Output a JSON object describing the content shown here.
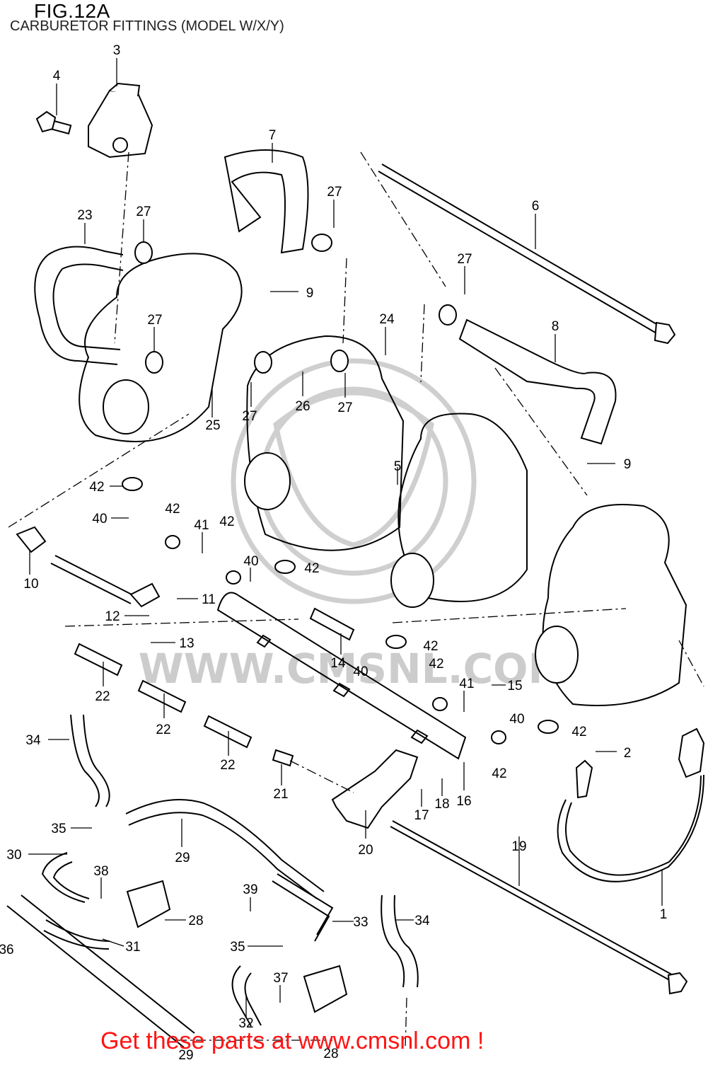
{
  "header": {
    "title": "FIG.12A",
    "subtitle": "CARBURETOR FITTINGS (MODEL W/X/Y)"
  },
  "watermark": {
    "text": "WWW.CMSNL.COM",
    "color": "#c8c8c8"
  },
  "footer": {
    "link_text": "Get these parts at www.cmsnl.com !",
    "color": "#ff1414"
  },
  "callouts": {
    "c1": "1",
    "c2": "2",
    "c3": "3",
    "c4": "4",
    "c5": "5",
    "c6": "6",
    "c7": "7",
    "c8": "8",
    "c9a": "9",
    "c9b": "9",
    "c10": "10",
    "c11": "11",
    "c12": "12",
    "c13": "13",
    "c14": "14",
    "c15": "15",
    "c16": "16",
    "c17": "17",
    "c18": "18",
    "c19": "19",
    "c20": "20",
    "c21": "21",
    "c22a": "22",
    "c22b": "22",
    "c22c": "22",
    "c23": "23",
    "c24": "24",
    "c25": "25",
    "c26": "26",
    "c27a": "27",
    "c27b": "27",
    "c27c": "27",
    "c27d": "27",
    "c27e": "27",
    "c27f": "27",
    "c28a": "28",
    "c28b": "28",
    "c29a": "29",
    "c29b": "29",
    "c30": "30",
    "c31": "31",
    "c32": "32",
    "c33": "33",
    "c34a": "34",
    "c34b": "34",
    "c35a": "35",
    "c35b": "35",
    "c36": "36",
    "c37": "37",
    "c38": "38",
    "c39": "39",
    "c40a": "40",
    "c40b": "40",
    "c40c": "40",
    "c40d": "40",
    "c41a": "41",
    "c41b": "41",
    "c42a": "42",
    "c42b": "42",
    "c42c": "42",
    "c42d": "42",
    "c42e": "42",
    "c42f": "42",
    "c42g": "42",
    "c42h": "42"
  }
}
